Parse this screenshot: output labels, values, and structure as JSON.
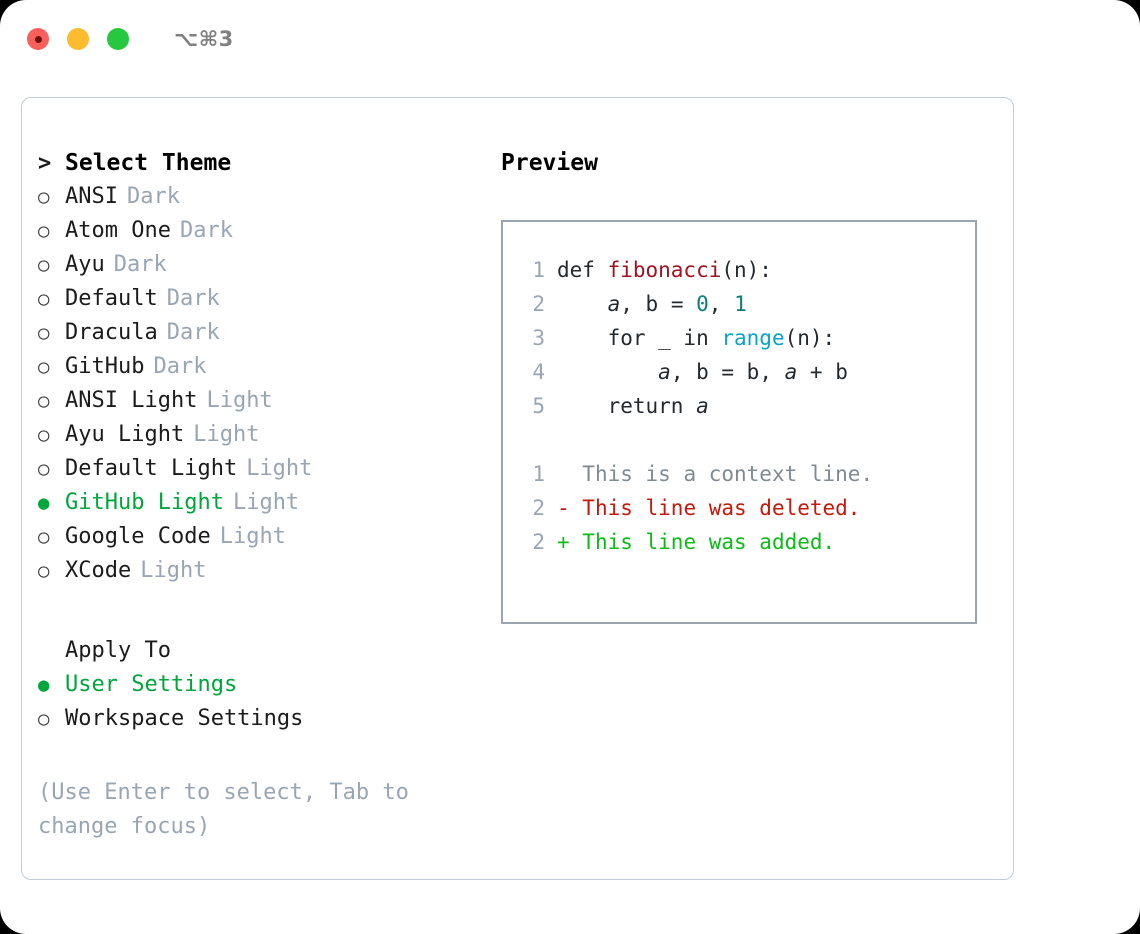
{
  "titlebar": {
    "shortcut": "⌥⌘3",
    "buttons": [
      {
        "name": "close-button",
        "color": "#f9605b"
      },
      {
        "name": "minimize-button",
        "color": "#fdbc2e"
      },
      {
        "name": "maximize-button",
        "color": "#26c83f"
      }
    ]
  },
  "theme_picker": {
    "header": "Select Theme",
    "caret": ">",
    "items": [
      {
        "name": "ANSI",
        "tag": "Dark",
        "selected": false
      },
      {
        "name": "Atom One",
        "tag": "Dark",
        "selected": false
      },
      {
        "name": "Ayu",
        "tag": "Dark",
        "selected": false
      },
      {
        "name": "Default",
        "tag": "Dark",
        "selected": false
      },
      {
        "name": "Dracula",
        "tag": "Dark",
        "selected": false
      },
      {
        "name": "GitHub",
        "tag": "Dark",
        "selected": false
      },
      {
        "name": "ANSI Light",
        "tag": "Light",
        "selected": false
      },
      {
        "name": "Ayu Light",
        "tag": "Light",
        "selected": false
      },
      {
        "name": "Default Light",
        "tag": "Light",
        "selected": false
      },
      {
        "name": "GitHub Light",
        "tag": "Light",
        "selected": true
      },
      {
        "name": "Google Code",
        "tag": "Light",
        "selected": false
      },
      {
        "name": "XCode",
        "tag": "Light",
        "selected": false
      }
    ]
  },
  "apply_to": {
    "header": "Apply To",
    "items": [
      {
        "name": "User Settings",
        "selected": true
      },
      {
        "name": "Workspace Settings",
        "selected": false
      }
    ]
  },
  "hint": "(Use Enter to select, Tab to change focus)",
  "preview": {
    "title": "Preview",
    "code": [
      {
        "no": "1",
        "tokens": [
          {
            "t": "def ",
            "c": "kw"
          },
          {
            "t": "fibonacci",
            "c": "fn"
          },
          {
            "t": "(n):",
            "c": "plain"
          }
        ]
      },
      {
        "no": "2",
        "tokens": [
          {
            "t": "    ",
            "c": "plain"
          },
          {
            "t": "a",
            "c": "var"
          },
          {
            "t": ", ",
            "c": "plain"
          },
          {
            "t": "b",
            "c": "plain"
          },
          {
            "t": " = ",
            "c": "plain"
          },
          {
            "t": "0",
            "c": "num"
          },
          {
            "t": ", ",
            "c": "plain"
          },
          {
            "t": "1",
            "c": "num"
          }
        ]
      },
      {
        "no": "3",
        "tokens": [
          {
            "t": "    for _ in ",
            "c": "plain"
          },
          {
            "t": "range",
            "c": "builtin"
          },
          {
            "t": "(n):",
            "c": "plain"
          }
        ]
      },
      {
        "no": "4",
        "tokens": [
          {
            "t": "        ",
            "c": "plain"
          },
          {
            "t": "a",
            "c": "var"
          },
          {
            "t": ", b = b, ",
            "c": "plain"
          },
          {
            "t": "a",
            "c": "var"
          },
          {
            "t": " + b",
            "c": "plain"
          }
        ]
      },
      {
        "no": "5",
        "tokens": [
          {
            "t": "    return ",
            "c": "plain"
          },
          {
            "t": "a",
            "c": "var"
          }
        ]
      }
    ],
    "diff": [
      {
        "no": "1",
        "sign": " ",
        "text": " This is a context line.",
        "kind": "ctx"
      },
      {
        "no": "2",
        "sign": "-",
        "text": " This line was deleted.",
        "kind": "del"
      },
      {
        "no": "2",
        "sign": "+",
        "text": " This line was added.",
        "kind": "add"
      }
    ]
  },
  "colors": {
    "accent_green": "#00a63c",
    "muted": "#9aa5b4",
    "border": "#c3ccd6",
    "preview_border": "#9aa5b1",
    "diff_add": "#0dbb17",
    "diff_del": "#c4190c",
    "syntax_function": "#a01220",
    "syntax_number": "#0a7d78",
    "syntax_builtin": "#09a3cc"
  }
}
